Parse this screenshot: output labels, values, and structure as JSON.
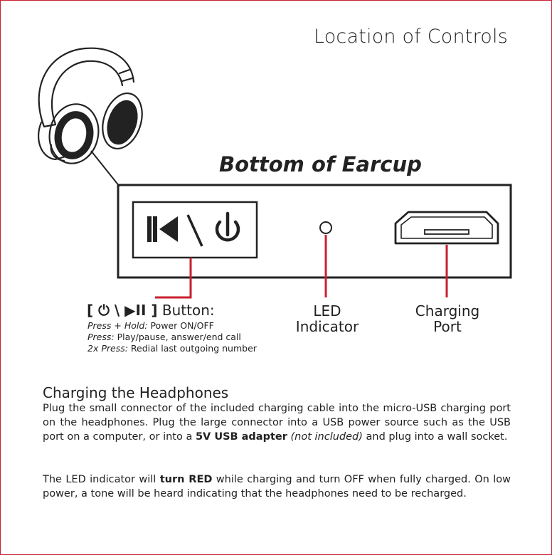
{
  "title": "Location of Controls",
  "section_title": "Bottom of Earcup",
  "button": {
    "symbol": "[ ⏻ \\ ▶II ]",
    "label": "Button:",
    "lines": [
      {
        "term": "Press + Hold:",
        "desc": "Power ON/OFF"
      },
      {
        "term": "Press:",
        "desc": "Play/pause, answer/end call"
      },
      {
        "term": "2x Press:",
        "desc": "Redial last outgoing number"
      }
    ]
  },
  "led": {
    "line1": "LED",
    "line2": "Indicator"
  },
  "port": {
    "line1": "Charging",
    "line2": "Port"
  },
  "charging": {
    "title": "Charging the Headphones",
    "p1_a": "Plug the small connector of the included charging cable into the micro-USB charging port on the headphones. Plug the large connector into a USB power source such as the USB port on a computer, or into a ",
    "p1_bold": "5V USB adapter",
    "p1_italic": "(not included)",
    "p1_b": " and plug into a wall socket.",
    "p2_a": "The LED indicator will ",
    "p2_bold": "turn RED",
    "p2_b": " while charging and turn OFF when fully charged. On low power, a tone will be heard indicating that the headphones need to be recharged."
  },
  "colors": {
    "accent": "#c8202f",
    "ink": "#1f1f1f"
  }
}
